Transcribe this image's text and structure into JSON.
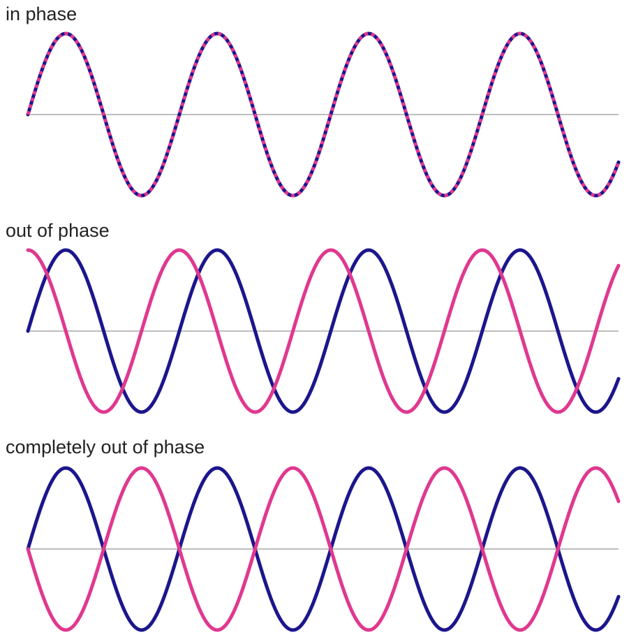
{
  "colors": {
    "wave_a": "#1c168c",
    "wave_b": "#e0388f",
    "axis": "#a8a8a8",
    "text": "#222222"
  },
  "panels": [
    {
      "label": "in phase",
      "waves": [
        {
          "color": "wave_a",
          "phase_offset_deg": 0
        },
        {
          "color": "wave_b",
          "phase_offset_deg": 0,
          "dashed": true
        }
      ]
    },
    {
      "label": "out of phase",
      "waves": [
        {
          "color": "wave_a",
          "phase_offset_deg": 0
        },
        {
          "color": "wave_b",
          "phase_offset_deg": 90
        }
      ]
    },
    {
      "label": "completely out of phase",
      "waves": [
        {
          "color": "wave_a",
          "phase_offset_deg": 0
        },
        {
          "color": "wave_b",
          "phase_offset_deg": 180
        }
      ]
    }
  ],
  "cycles_shown": 3.9
}
